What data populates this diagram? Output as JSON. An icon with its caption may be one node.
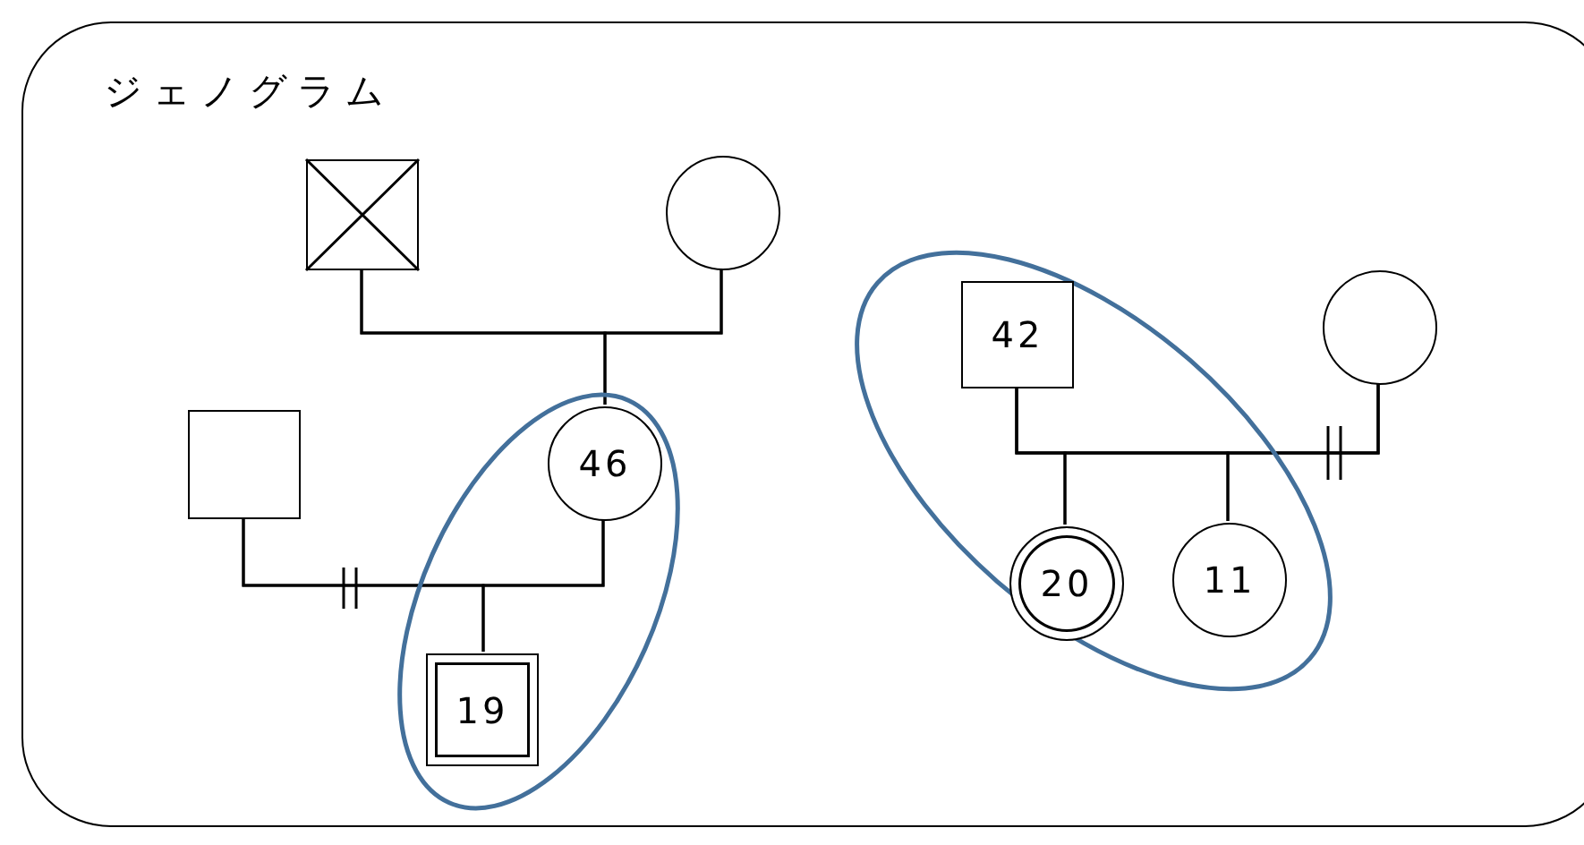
{
  "diagram": {
    "nodes": [
      {
        "text": [
          "ジェノグラム"
        ]
      },
      {
        "text": [],
        "shape": "box",
        "in": 0
      },
      {
        "text": [],
        "shape": "circle",
        "in": 0
      },
      {
        "text": [],
        "shape": "ellipse",
        "in": 0
      },
      {
        "text": [
          "46"
        ],
        "in": 3
      },
      {
        "text": [],
        "shape": "box",
        "in": 0
      },
      {
        "text": [
          "19"
        ],
        "in": 3
      },
      {
        "text": [],
        "shape": "ellipse",
        "in": 0
      },
      {
        "text": [
          "42"
        ],
        "in": 7
      },
      {
        "text": [],
        "shape": "circle",
        "in": 0
      },
      {
        "text": [
          "20"
        ],
        "in": 7
      },
      {
        "text": [
          "11"
        ],
        "in": 7
      }
    ],
    "edges": [
      {
        "from": 1,
        "to": 2,
        "arrow": "none"
      },
      {
        "from": 1,
        "to": 4,
        "arrow": "none"
      },
      {
        "from": 2,
        "to": 4,
        "arrow": "none"
      },
      {
        "from": 5,
        "to": 4,
        "arrow": "none"
      },
      {
        "from": 5,
        "to": 6,
        "arrow": "none"
      },
      {
        "from": 4,
        "to": 6,
        "arrow": "none"
      },
      {
        "from": 8,
        "to": 9,
        "arrow": "none"
      },
      {
        "from": 8,
        "to": 10,
        "arrow": "none"
      },
      {
        "from": 8,
        "to": 11,
        "arrow": "none"
      },
      {
        "from": 9,
        "to": 10,
        "arrow": "none"
      },
      {
        "from": 9,
        "to": 11,
        "arrow": "none"
      }
    ]
  }
}
